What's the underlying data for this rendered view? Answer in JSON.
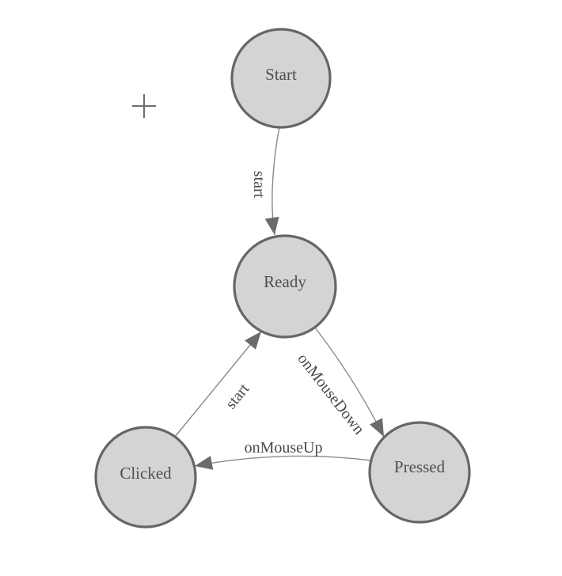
{
  "theme": {
    "canvas_bg": "#ffffff",
    "node_fill": "#d4d4d4",
    "node_border": "#666666",
    "node_text": "#4f4f4f",
    "edge_color": "#8a8a8a",
    "arrow_color": "#6b6b6b",
    "label_text": "#4a4a4a",
    "cursor_color": "#6e6e6e"
  },
  "diagram": {
    "type": "state-machine",
    "nodes": [
      {
        "id": "start",
        "label": "Start"
      },
      {
        "id": "ready",
        "label": "Ready"
      },
      {
        "id": "clicked",
        "label": "Clicked"
      },
      {
        "id": "pressed",
        "label": "Pressed"
      }
    ],
    "edges": [
      {
        "from": "Start",
        "to": "Ready",
        "label": "start"
      },
      {
        "from": "Ready",
        "to": "Pressed",
        "label": "onMouseDown"
      },
      {
        "from": "Pressed",
        "to": "Clicked",
        "label": "onMouseUp"
      },
      {
        "from": "Clicked",
        "to": "Ready",
        "label": "start"
      }
    ]
  },
  "cursor": {
    "icon": "plus-crosshair"
  }
}
